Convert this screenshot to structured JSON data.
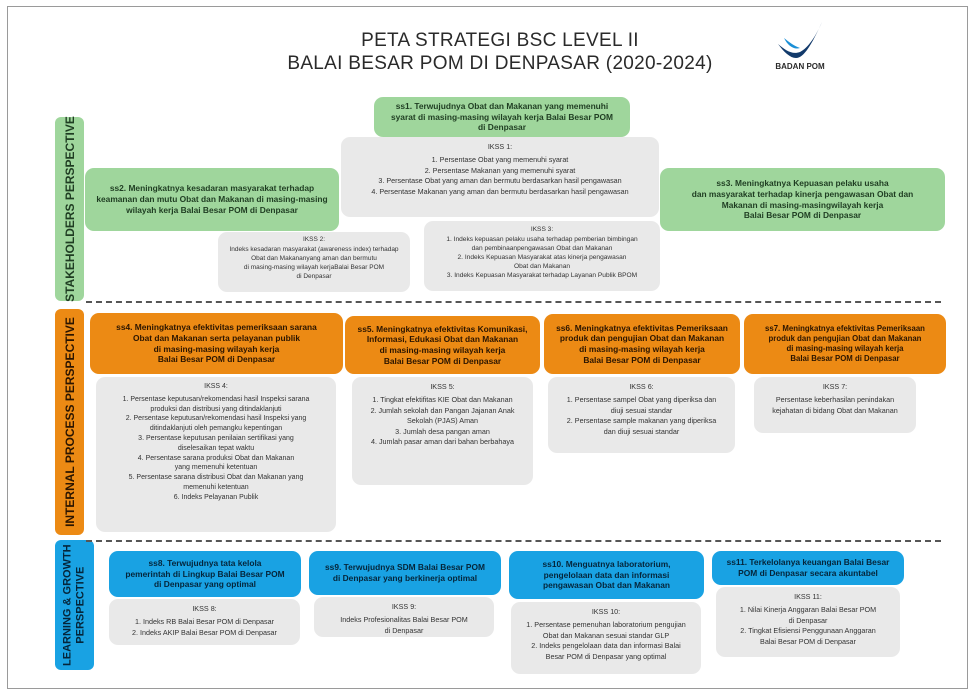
{
  "title": {
    "line1": "PETA STRATEGI BSC LEVEL II",
    "line2": "BALAI BESAR POM DI DENPASAR (2020-2024)"
  },
  "logo": {
    "text": "BADAN POM",
    "icon": "badan-pom-logo"
  },
  "perspectives": {
    "stakeholders": {
      "label": "STAKEHOLDERS PERSPECTIVE",
      "color": "#9fd69c"
    },
    "internal": {
      "label": "INTERNAL PROCESS PERSPECTIVE",
      "color": "#ec8a14"
    },
    "learning": {
      "label": "LEARNING & GROWTH\nPERSPECTIVE",
      "color": "#19a2e3"
    }
  },
  "objectives": {
    "ss1": "ss1. Terwujudnya Obat dan Makanan yang memenuhi\nsyarat di masing-masing wilayah kerja Balai Besar POM\ndi Denpasar",
    "ss2": "ss2. Meningkatnya kesadaran masyarakat terhadap\nkeamanan dan mutu Obat dan Makanan di masing-masing\nwilayah kerja Balai Besar POM di Denpasar",
    "ss3": "ss3. Meningkatnya Kepuasan pelaku usaha\ndan masyarakat terhadap kinerja pengawasan Obat dan\nMakanan di masing-masingwilayah kerja\nBalai Besar POM di Denpasar",
    "ss4": "ss4. Meningkatnya efektivitas pemeriksaan sarana\nObat dan Makanan serta pelayanan publik\ndi masing-masing wilayah kerja\nBalai Besar POM di Denpasar",
    "ss5": "ss5. Meningkatnya efektivitas Komunikasi,\nInformasi, Edukasi Obat dan Makanan\ndi masing-masing wilayah kerja\nBalai Besar POM di Denpasar",
    "ss6": "ss6. Meningkatnya efektivitas Pemeriksaan\nproduk dan pengujian Obat dan Makanan\ndi masing-masing wilayah kerja\nBalai Besar POM di Denpasar",
    "ss7": "ss7. Meningkatnya efektivitas Pemeriksaan\nproduk dan pengujian Obat dan Makanan\ndi masing-masing wilayah kerja\nBalai Besar POM di Denpasar",
    "ss8": "ss8. Terwujudnya tata kelola\npemerintah di Lingkup Balai Besar POM\ndi Denpasar yang optimal",
    "ss9": "ss9. Terwujudnya SDM Balai Besar POM\ndi Denpasar yang berkinerja optimal",
    "ss10": "ss10. Menguatnya laboratorium,\npengelolaan data dan informasi\npengawasan Obat dan Makanan",
    "ss11": "ss11. Terkelolanya keuangan Balai Besar\nPOM di Denpasar secara akuntabel"
  },
  "indicators": {
    "ikss1": {
      "heading": "IKSS 1:",
      "body": "1. Persentase Obat yang memenuhi syarat\n2. Persentase Makanan yang memenuhi syarat\n3. Persentase Obat yang aman dan bermutu berdasarkan hasil pengawasan\n4. Persentase Makanan yang aman dan bermutu berdasarkan hasil pengawasan"
    },
    "ikss2": {
      "heading": "IKSS 2:",
      "body": "Indeks kesadaran masyarakat (awareness index) terhadap\nObat dan Makananyang aman dan bermutu\ndi masing-masing wilayah kerjaBalai Besar POM\ndi Denpasar"
    },
    "ikss3": {
      "heading": "IKSS 3:",
      "body": "1. Indeks kepuasan pelaku usaha terhadap pemberian bimbingan\ndan pembinaanpengawasan Obat dan Makanan\n2. Indeks Kepuasan Masyarakat atas kinerja pengawasan\nObat dan Makanan\n3. Indeks Kepuasan Masyarakat terhadap Layanan Publik BPOM"
    },
    "ikss4": {
      "heading": "IKSS 4:",
      "body": "1. Persentase keputusan/rekomendasi hasil Inspeksi sarana\nproduksi dan distribusi yang ditindaklanjuti\n2. Persentase keputusan/rekomendasi hasil Inspeksi yang\nditindaklanjuti oleh pemangku kepentingan\n3. Persentase keputusan penilaian sertifikasi yang\ndiselesaikan tepat waktu\n4. Persentase sarana produksi Obat dan Makanan\nyang memenuhi ketentuan\n5. Persentase sarana distribusi Obat dan Makanan yang\nmemenuhi ketentuan\n6. Indeks Pelayanan Publik"
    },
    "ikss5": {
      "heading": "IKSS 5:",
      "body": "1. Tingkat efektifitas KIE Obat dan Makanan\n2. Jumlah sekolah dan Pangan Jajanan Anak\nSekolah (PJAS) Aman\n3. Jumlah desa pangan aman\n4. Jumlah pasar aman dari bahan berbahaya"
    },
    "ikss6": {
      "heading": "IKSS 6:",
      "body": "1. Persentase sampel Obat yang diperiksa dan\ndiuji sesuai standar\n2. Persentase sample makanan yang diperiksa\ndan diuji sesuai standar"
    },
    "ikss7": {
      "heading": "IKSS 7:",
      "body": "Persentase keberhasilan penindakan\nkejahatan di bidang Obat dan Makanan"
    },
    "ikss8": {
      "heading": "IKSS 8:",
      "body": "1. Indeks RB Balai Besar POM di Denpasar\n2. Indeks AKIP Balai Besar POM di Denpasar"
    },
    "ikss9": {
      "heading": "IKSS 9:",
      "body": "Indeks Profesionalitas Balai Besar POM\ndi Denpasar"
    },
    "ikss10": {
      "heading": "IKSS 10:",
      "body": "1. Persentase pemenuhan laboratorium pengujian\nObat dan Makanan sesuai standar GLP\n2. Indeks pengelolaan data dan informasi Balai\nBesar POM di Denpasar yang optimal"
    },
    "ikss11": {
      "heading": "IKSS 11:",
      "body": "1. Nilai Kinerja Anggaran Balai Besar POM\ndi Denpasar\n2. Tingkat Efisiensi Penggunaan Anggaran\nBalai Besar POM di Denpasar"
    }
  }
}
